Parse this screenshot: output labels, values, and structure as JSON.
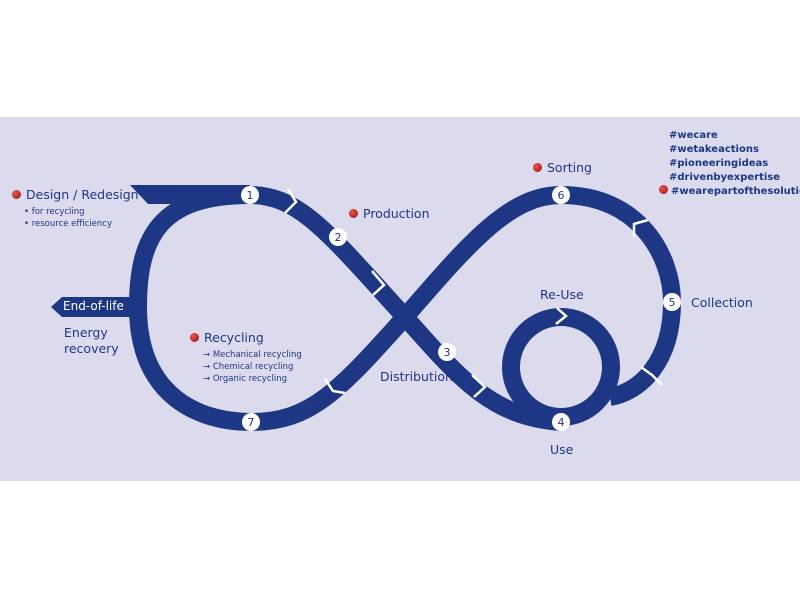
{
  "colors": {
    "band": "#1d3785",
    "background": "#dcdbee",
    "accent_dot": "#c0231f"
  },
  "icons": {
    "stage_marker": "red-dot-icon",
    "direction": "chevron-arrow-icon"
  },
  "nodes": [
    {
      "number": "1"
    },
    {
      "number": "2"
    },
    {
      "number": "3"
    },
    {
      "number": "4"
    },
    {
      "number": "5"
    },
    {
      "number": "6"
    },
    {
      "number": "7"
    }
  ],
  "labels": {
    "design": "Design / Redesign",
    "design_sub": [
      "• for recycling",
      "• resource efficiency"
    ],
    "production": "Production",
    "distribution": "Distribution",
    "use": "Use",
    "reuse": "Re-Use",
    "collection": "Collection",
    "sorting": "Sorting",
    "recycling": "Recycling",
    "recycling_sub": [
      "→ Mechanical recycling",
      "→ Chemical recycling",
      "→ Organic recycling"
    ],
    "end_of_life": "End-of-life",
    "energy_recovery": [
      "Energy",
      "recovery"
    ]
  },
  "hashtags": [
    "#wecare",
    "#wetakeactions",
    "#pioneeringideas",
    "#drivenbyexpertise",
    "#wearepartofthesolution"
  ]
}
